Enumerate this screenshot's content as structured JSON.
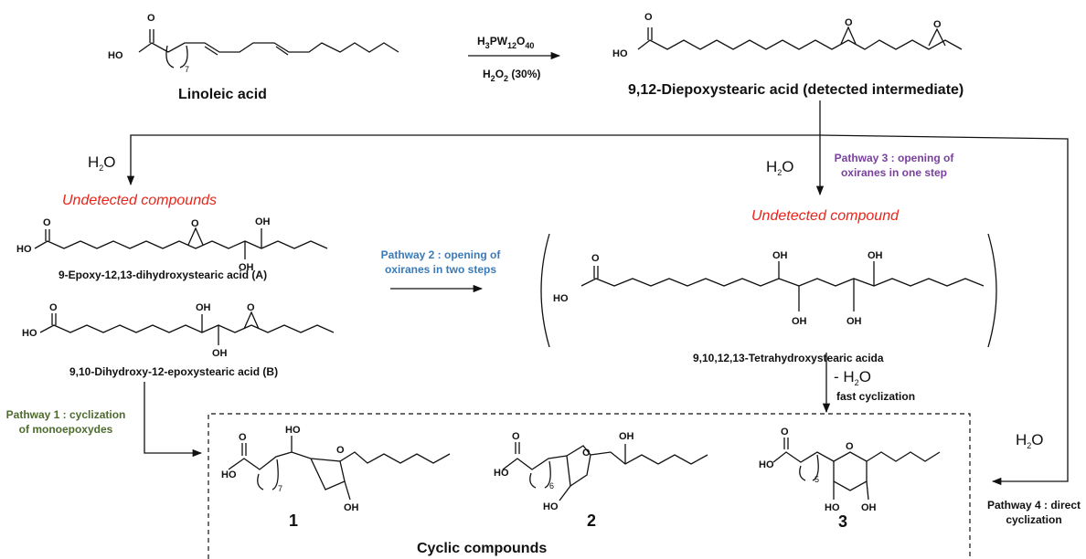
{
  "reagents": {
    "catalyst": {
      "a": "H",
      "a_sub": "3",
      "b": "PW",
      "b_sub": "12",
      "c": "O",
      "c_sub": "40"
    },
    "oxidant": {
      "a": "H",
      "a_sub": "2",
      "b": "O",
      "b_sub": "2",
      "c": " (30%)"
    }
  },
  "molecules": {
    "linoleic": {
      "label": "Linoleic acid",
      "index": "7"
    },
    "diepoxy": {
      "label": "9,12-Diepoxystearic acid (detected intermediate)"
    },
    "epoxy_a": {
      "label": "9-Epoxy-12,13-dihydroxystearic acid (A)"
    },
    "epoxy_b": {
      "label": "9,10-Dihydroxy-12-epoxystearic acid (B)"
    },
    "tetra": {
      "label": "9,10,12,13-Tetrahydroxystearic acida"
    },
    "c1": {
      "number": "1",
      "index": "7"
    },
    "c2": {
      "number": "2",
      "index": "6"
    },
    "c3": {
      "number": "3",
      "index": "5"
    }
  },
  "atoms": {
    "o": "O",
    "ho": "HO",
    "oh": "OH"
  },
  "water": {
    "h": "H",
    "sub": "2",
    "o": "O",
    "minus": "- "
  },
  "undetected": {
    "plural": "Undetected compounds",
    "singular": "Undetected compound"
  },
  "pathways": {
    "p1": {
      "line1": "Pathway 1 : cyclization",
      "line2": "of monoepoxydes",
      "color": "#4e6b2e"
    },
    "p2": {
      "line1": "Pathway 2 : opening of",
      "line2": "oxiranes in two steps",
      "color": "#3a7ab8"
    },
    "p3": {
      "line1": "Pathway 3 : opening of",
      "line2": "oxiranes in one step",
      "color": "#7a3fa0"
    },
    "p4": {
      "line1": "Pathway 4 : direct",
      "line2": "cyclization",
      "color": "#111111"
    }
  },
  "fast_cyclization": "fast cyclization",
  "cyclic_label": "Cyclic compounds",
  "colors": {
    "undetected": "#e8251b",
    "ink": "#111111"
  }
}
